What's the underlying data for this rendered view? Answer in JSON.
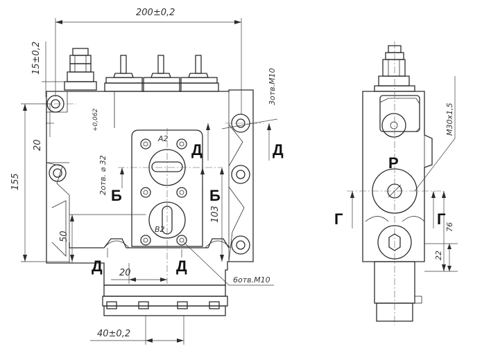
{
  "dimensions": {
    "width_total": "200±0,2",
    "height_top": "15±0,2",
    "height_left": "20",
    "height_total": "155",
    "bore": "2отв. ⌀ 32",
    "bore_tol": "+0,062",
    "height_mid": "103",
    "height_low": "50",
    "width_20": "20",
    "width_40": "40±0,2",
    "right_76": "76",
    "right_22": "22"
  },
  "notes": {
    "holes_top": "3отв.М10",
    "holes_bottom": "6отв.М10",
    "thread": "М30х1,5"
  },
  "port_labels": {
    "a2": "А2",
    "b2": "В2",
    "p": "Р"
  },
  "section_labels": {
    "d": "Д",
    "b": "Б",
    "g": "Г"
  }
}
